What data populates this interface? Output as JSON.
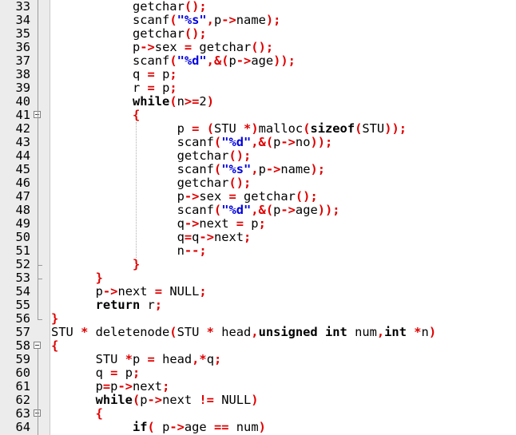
{
  "colors": {
    "plain": "#000000",
    "punct": "#e00000",
    "string": "#0000e0",
    "gutter": "#ececec"
  },
  "lines": [
    {
      "n": "33",
      "indent": 11,
      "tokens": [
        [
          "plain",
          "getchar"
        ],
        [
          "punct",
          "();"
        ]
      ]
    },
    {
      "n": "34",
      "indent": 11,
      "tokens": [
        [
          "plain",
          "scanf"
        ],
        [
          "punct",
          "("
        ],
        [
          "str",
          "\"%s\""
        ],
        [
          "punct",
          ","
        ],
        [
          "plain",
          "p"
        ],
        [
          "punct",
          "->"
        ],
        [
          "plain",
          "name"
        ],
        [
          "punct",
          ");"
        ]
      ]
    },
    {
      "n": "35",
      "indent": 11,
      "tokens": [
        [
          "plain",
          "getchar"
        ],
        [
          "punct",
          "();"
        ]
      ]
    },
    {
      "n": "36",
      "indent": 11,
      "tokens": [
        [
          "plain",
          "p"
        ],
        [
          "punct",
          "->"
        ],
        [
          "plain",
          "sex "
        ],
        [
          "punct",
          "="
        ],
        [
          "plain",
          " getchar"
        ],
        [
          "punct",
          "();"
        ]
      ]
    },
    {
      "n": "37",
      "indent": 11,
      "tokens": [
        [
          "plain",
          "scanf"
        ],
        [
          "punct",
          "("
        ],
        [
          "str",
          "\"%d\""
        ],
        [
          "punct",
          ",&("
        ],
        [
          "plain",
          "p"
        ],
        [
          "punct",
          "->"
        ],
        [
          "plain",
          "age"
        ],
        [
          "punct",
          "));"
        ]
      ]
    },
    {
      "n": "38",
      "indent": 11,
      "tokens": [
        [
          "plain",
          "q "
        ],
        [
          "punct",
          "="
        ],
        [
          "plain",
          " p"
        ],
        [
          "punct",
          ";"
        ]
      ]
    },
    {
      "n": "39",
      "indent": 11,
      "tokens": [
        [
          "plain",
          "r "
        ],
        [
          "punct",
          "="
        ],
        [
          "plain",
          " p"
        ],
        [
          "punct",
          ";"
        ]
      ]
    },
    {
      "n": "40",
      "indent": 11,
      "tokens": [
        [
          "kw",
          "while"
        ],
        [
          "punct",
          "("
        ],
        [
          "plain",
          "n"
        ],
        [
          "punct",
          ">="
        ],
        [
          "plain",
          "2"
        ],
        [
          "punct",
          ")"
        ]
      ]
    },
    {
      "n": "41",
      "indent": 11,
      "fold": "open",
      "tokens": [
        [
          "punct",
          "{"
        ]
      ]
    },
    {
      "n": "42",
      "indent": 17,
      "tokens": [
        [
          "plain",
          "p "
        ],
        [
          "punct",
          "="
        ],
        [
          "plain",
          " "
        ],
        [
          "punct",
          "("
        ],
        [
          "plain",
          "STU "
        ],
        [
          "punct",
          "*)"
        ],
        [
          "plain",
          "malloc"
        ],
        [
          "punct",
          "("
        ],
        [
          "kw",
          "sizeof"
        ],
        [
          "punct",
          "("
        ],
        [
          "plain",
          "STU"
        ],
        [
          "punct",
          "));"
        ]
      ]
    },
    {
      "n": "43",
      "indent": 17,
      "tokens": [
        [
          "plain",
          "scanf"
        ],
        [
          "punct",
          "("
        ],
        [
          "str",
          "\"%d\""
        ],
        [
          "punct",
          ",&("
        ],
        [
          "plain",
          "p"
        ],
        [
          "punct",
          "->"
        ],
        [
          "plain",
          "no"
        ],
        [
          "punct",
          "));"
        ]
      ]
    },
    {
      "n": "44",
      "indent": 17,
      "tokens": [
        [
          "plain",
          "getchar"
        ],
        [
          "punct",
          "();"
        ]
      ]
    },
    {
      "n": "45",
      "indent": 17,
      "tokens": [
        [
          "plain",
          "scanf"
        ],
        [
          "punct",
          "("
        ],
        [
          "str",
          "\"%s\""
        ],
        [
          "punct",
          ","
        ],
        [
          "plain",
          "p"
        ],
        [
          "punct",
          "->"
        ],
        [
          "plain",
          "name"
        ],
        [
          "punct",
          ");"
        ]
      ]
    },
    {
      "n": "46",
      "indent": 17,
      "tokens": [
        [
          "plain",
          "getchar"
        ],
        [
          "punct",
          "();"
        ]
      ]
    },
    {
      "n": "47",
      "indent": 17,
      "tokens": [
        [
          "plain",
          "p"
        ],
        [
          "punct",
          "->"
        ],
        [
          "plain",
          "sex "
        ],
        [
          "punct",
          "="
        ],
        [
          "plain",
          " getchar"
        ],
        [
          "punct",
          "();"
        ]
      ]
    },
    {
      "n": "48",
      "indent": 17,
      "tokens": [
        [
          "plain",
          "scanf"
        ],
        [
          "punct",
          "("
        ],
        [
          "str",
          "\"%d\""
        ],
        [
          "punct",
          ",&("
        ],
        [
          "plain",
          "p"
        ],
        [
          "punct",
          "->"
        ],
        [
          "plain",
          "age"
        ],
        [
          "punct",
          "));"
        ]
      ]
    },
    {
      "n": "49",
      "indent": 17,
      "tokens": [
        [
          "plain",
          "q"
        ],
        [
          "punct",
          "->"
        ],
        [
          "plain",
          "next "
        ],
        [
          "punct",
          "="
        ],
        [
          "plain",
          " p"
        ],
        [
          "punct",
          ";"
        ]
      ]
    },
    {
      "n": "50",
      "indent": 17,
      "tokens": [
        [
          "plain",
          "q"
        ],
        [
          "punct",
          "="
        ],
        [
          "plain",
          "q"
        ],
        [
          "punct",
          "->"
        ],
        [
          "plain",
          "next"
        ],
        [
          "punct",
          ";"
        ]
      ]
    },
    {
      "n": "51",
      "indent": 17,
      "tokens": [
        [
          "plain",
          "n"
        ],
        [
          "punct",
          "--;"
        ]
      ]
    },
    {
      "n": "52",
      "indent": 11,
      "fold": "end",
      "tokens": [
        [
          "punct",
          "}"
        ]
      ]
    },
    {
      "n": "53",
      "indent": 6,
      "fold": "end",
      "tokens": [
        [
          "punct",
          "}"
        ]
      ]
    },
    {
      "n": "54",
      "indent": 6,
      "tokens": [
        [
          "plain",
          "p"
        ],
        [
          "punct",
          "->"
        ],
        [
          "plain",
          "next "
        ],
        [
          "punct",
          "="
        ],
        [
          "plain",
          " NULL"
        ],
        [
          "punct",
          ";"
        ]
      ]
    },
    {
      "n": "55",
      "indent": 6,
      "tokens": [
        [
          "kw",
          "return"
        ],
        [
          "plain",
          " r"
        ],
        [
          "punct",
          ";"
        ]
      ]
    },
    {
      "n": "56",
      "indent": 0,
      "fold": "end",
      "tokens": [
        [
          "punct",
          "}"
        ]
      ]
    },
    {
      "n": "57",
      "indent": 0,
      "tokens": [
        [
          "plain",
          "STU "
        ],
        [
          "punct",
          "*"
        ],
        [
          "plain",
          " deletenode"
        ],
        [
          "punct",
          "("
        ],
        [
          "plain",
          "STU "
        ],
        [
          "punct",
          "*"
        ],
        [
          "plain",
          " head"
        ],
        [
          "punct",
          ","
        ],
        [
          "kw",
          "unsigned"
        ],
        [
          "plain",
          " "
        ],
        [
          "kw",
          "int"
        ],
        [
          "plain",
          " num"
        ],
        [
          "punct",
          ","
        ],
        [
          "kw",
          "int"
        ],
        [
          "plain",
          " "
        ],
        [
          "punct",
          "*"
        ],
        [
          "plain",
          "n"
        ],
        [
          "punct",
          ")"
        ]
      ]
    },
    {
      "n": "58",
      "indent": 0,
      "fold": "open",
      "tokens": [
        [
          "punct",
          "{"
        ]
      ]
    },
    {
      "n": "59",
      "indent": 6,
      "tokens": [
        [
          "plain",
          "STU "
        ],
        [
          "punct",
          "*"
        ],
        [
          "plain",
          "p "
        ],
        [
          "punct",
          "="
        ],
        [
          "plain",
          " head"
        ],
        [
          "punct",
          ",*"
        ],
        [
          "plain",
          "q"
        ],
        [
          "punct",
          ";"
        ]
      ]
    },
    {
      "n": "60",
      "indent": 6,
      "tokens": [
        [
          "plain",
          "q "
        ],
        [
          "punct",
          "="
        ],
        [
          "plain",
          " p"
        ],
        [
          "punct",
          ";"
        ]
      ]
    },
    {
      "n": "61",
      "indent": 6,
      "tokens": [
        [
          "plain",
          "p"
        ],
        [
          "punct",
          "="
        ],
        [
          "plain",
          "p"
        ],
        [
          "punct",
          "->"
        ],
        [
          "plain",
          "next"
        ],
        [
          "punct",
          ";"
        ]
      ]
    },
    {
      "n": "62",
      "indent": 6,
      "tokens": [
        [
          "kw",
          "while"
        ],
        [
          "punct",
          "("
        ],
        [
          "plain",
          "p"
        ],
        [
          "punct",
          "->"
        ],
        [
          "plain",
          "next "
        ],
        [
          "punct",
          "!="
        ],
        [
          "plain",
          " NULL"
        ],
        [
          "punct",
          ")"
        ]
      ]
    },
    {
      "n": "63",
      "indent": 6,
      "fold": "open",
      "tokens": [
        [
          "punct",
          "{"
        ]
      ]
    },
    {
      "n": "64",
      "indent": 11,
      "tokens": [
        [
          "kw",
          "if"
        ],
        [
          "punct",
          "("
        ],
        [
          "plain",
          " p"
        ],
        [
          "punct",
          "->"
        ],
        [
          "plain",
          "age "
        ],
        [
          "punct",
          "=="
        ],
        [
          "plain",
          " num"
        ],
        [
          "punct",
          ")"
        ]
      ]
    }
  ]
}
